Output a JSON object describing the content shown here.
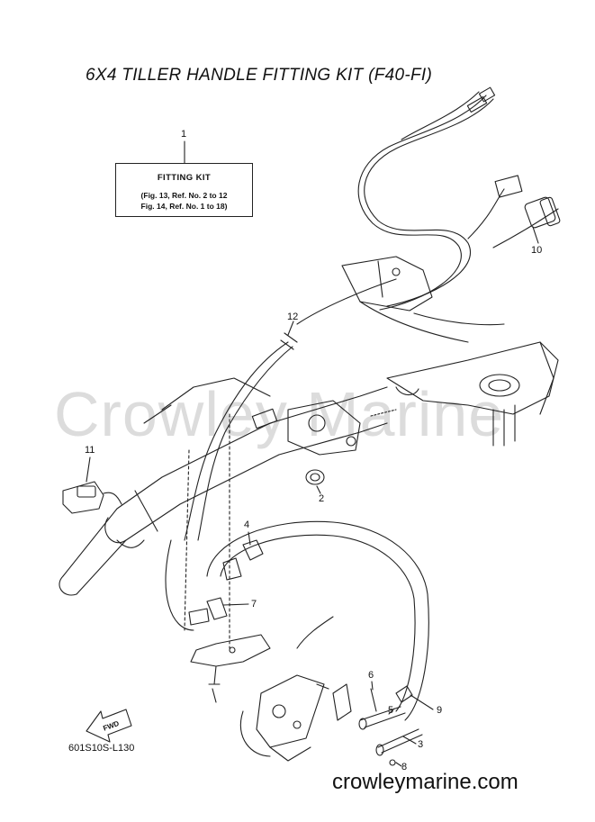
{
  "title": "6X4 TILLER HANDLE FITTING KIT (F40-FI)",
  "kit_box": {
    "heading": "FITTING KIT",
    "lines": [
      "(Fig. 13, Ref. No. 2 to 12",
      "Fig. 14, Ref. No. 1 to 18)"
    ]
  },
  "watermark": "Crowley Marine",
  "website": "crowleymarine.com",
  "diagram_code": "601S10S-L130",
  "fwd_label": "FWD",
  "callouts": [
    {
      "id": "c1",
      "label": "1"
    },
    {
      "id": "c2",
      "label": "2"
    },
    {
      "id": "c3",
      "label": "3"
    },
    {
      "id": "c4",
      "label": "4"
    },
    {
      "id": "c5",
      "label": "5"
    },
    {
      "id": "c6",
      "label": "6"
    },
    {
      "id": "c7",
      "label": "7"
    },
    {
      "id": "c8",
      "label": "8"
    },
    {
      "id": "c9",
      "label": "9"
    },
    {
      "id": "c10",
      "label": "10"
    },
    {
      "id": "c11",
      "label": "11"
    },
    {
      "id": "c12",
      "label": "12"
    }
  ]
}
